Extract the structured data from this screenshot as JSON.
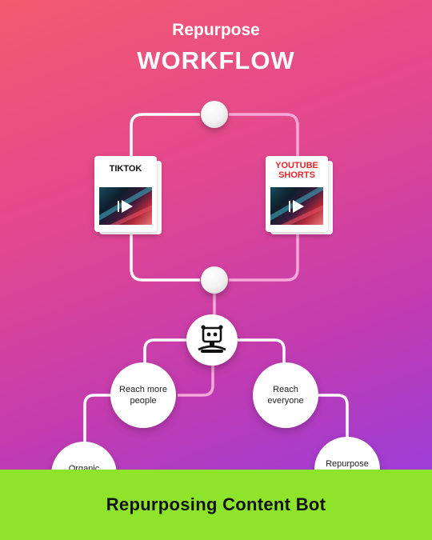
{
  "header": {
    "subtitle": "Repurpose",
    "title": "WORKFLOW"
  },
  "cards": {
    "left": {
      "label": "TIKTOK",
      "color": "#111111"
    },
    "right": {
      "label": "YOUTUBE SHORTS",
      "label_line1": "YOUTUBE",
      "label_line2": "SHORTS",
      "color": "#e0262b"
    }
  },
  "bot": {
    "icon": "robot-icon"
  },
  "nodes": {
    "reach_more": {
      "line1": "Reach more",
      "line2": "people"
    },
    "reach_everyone": {
      "line1": "Reach",
      "line2": "everyone"
    },
    "organic": {
      "line1": "Organic"
    },
    "repurpose": {
      "line1": "Repurpose"
    }
  },
  "footer": {
    "label": "Repurposing Content Bot"
  },
  "colors": {
    "accent_green": "#8ee42a",
    "line_white": "#ffffff"
  }
}
